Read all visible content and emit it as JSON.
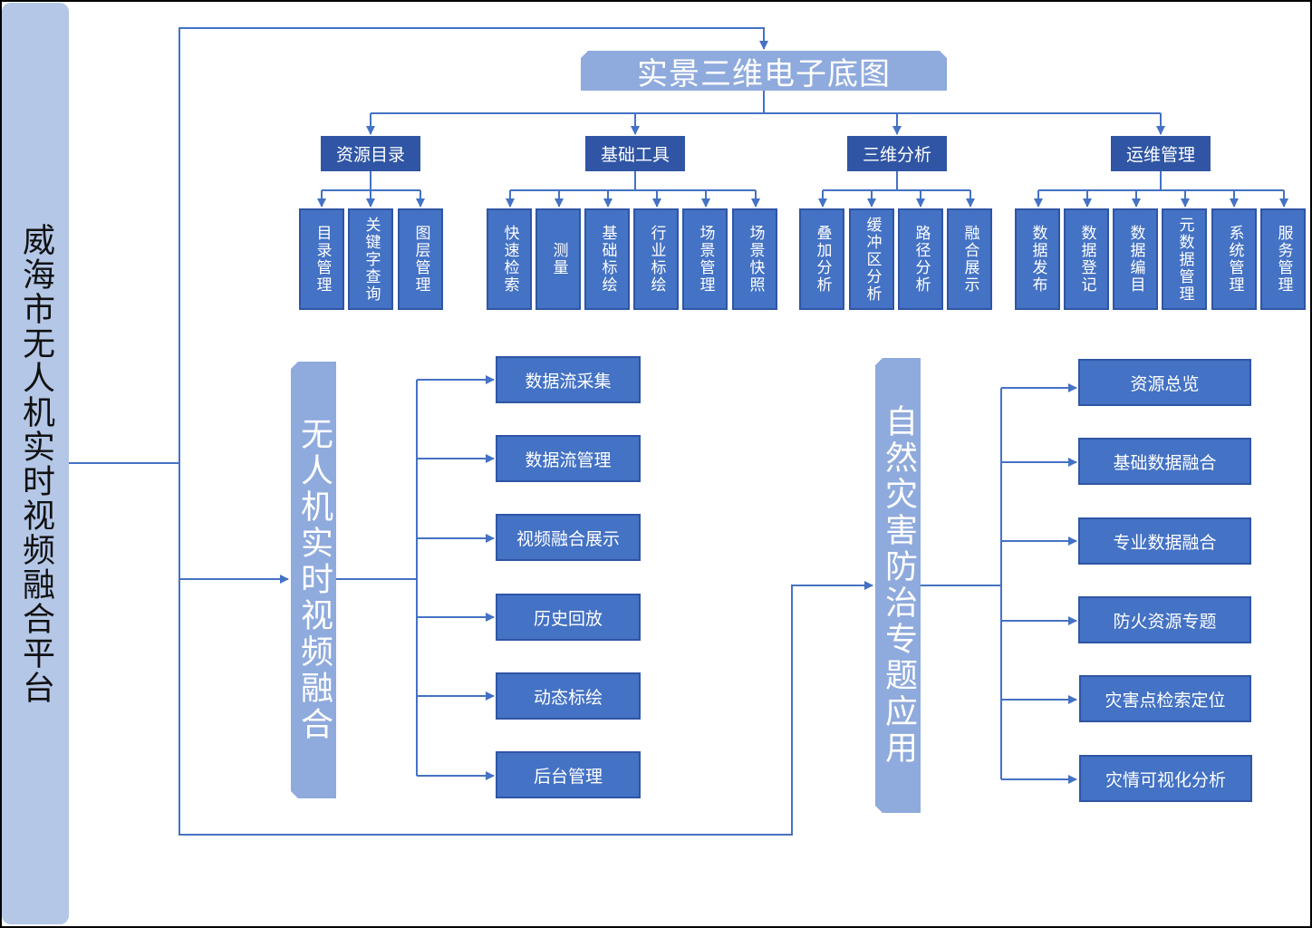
{
  "platform": {
    "title": "威海市无人机实时视频融合平台"
  },
  "basemap": {
    "title": "实景三维电子底图",
    "categories": [
      {
        "label": "资源目录",
        "items": [
          "目录管理",
          "关键字查询",
          "图层管理"
        ]
      },
      {
        "label": "基础工具",
        "items": [
          "快速检索",
          "测量",
          "基础标绘",
          "行业标绘",
          "场景管理",
          "场景快照"
        ]
      },
      {
        "label": "三维分析",
        "items": [
          "叠加分析",
          "缓冲区分析",
          "路径分析",
          "融合展示"
        ]
      },
      {
        "label": "运维管理",
        "items": [
          "数据发布",
          "数据登记",
          "数据编目",
          "元数据管理",
          "系统管理",
          "服务管理"
        ]
      }
    ]
  },
  "video_fusion": {
    "title": "无人机实时视频融合",
    "items": [
      "数据流采集",
      "数据流管理",
      "视频融合展示",
      "历史回放",
      "动态标绘",
      "后台管理"
    ]
  },
  "disaster": {
    "title": "自然灾害防治专题应用",
    "items": [
      "资源总览",
      "基础数据融合",
      "专业数据融合",
      "防火资源专题",
      "灾害点检索定位",
      "灾情可视化分析"
    ]
  },
  "colors": {
    "connector": "#4472c4",
    "category_fill": "#2f55a4",
    "item_fill": "#4472c4",
    "banner_fill": "#8faadc",
    "platform_fill": "#b4c7e7"
  }
}
